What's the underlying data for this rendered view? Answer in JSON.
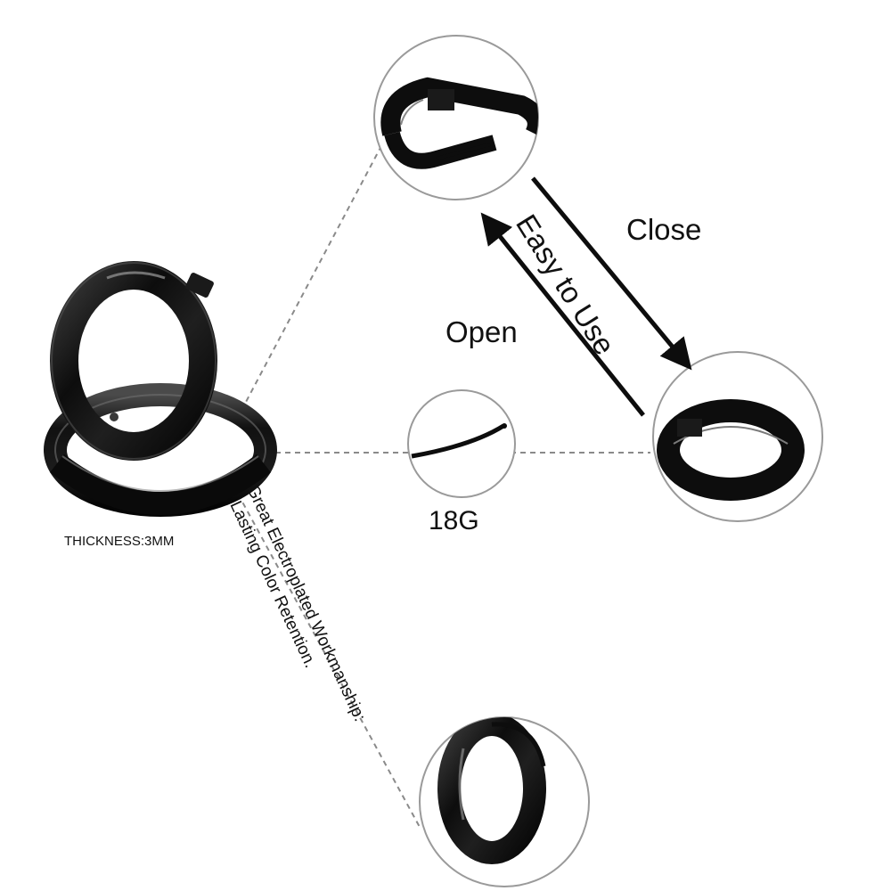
{
  "labels": {
    "thickness": "THICKNESS:3MM",
    "gauge": "18G",
    "open": "Open",
    "close": "Close",
    "easy_to_use": "Easy to Use",
    "workmanship": "Great Electroplated Workmanship:",
    "retention": "Lasting Color Retention."
  },
  "colors": {
    "metal_dark": "#0d0d0d",
    "metal_mid": "#2e2e2e",
    "metal_highlight": "#7a7a7a",
    "circle_border": "#9a9a9a",
    "dashed_line": "#8a8a8a",
    "text": "#111111"
  },
  "icons": {
    "main_product": "hoop-earring-pair",
    "detail_open": "open-hoop-hinge",
    "detail_closed": "closed-hoop",
    "detail_gauge": "hoop-wire-gauge",
    "detail_finish": "hoop-side-view"
  }
}
